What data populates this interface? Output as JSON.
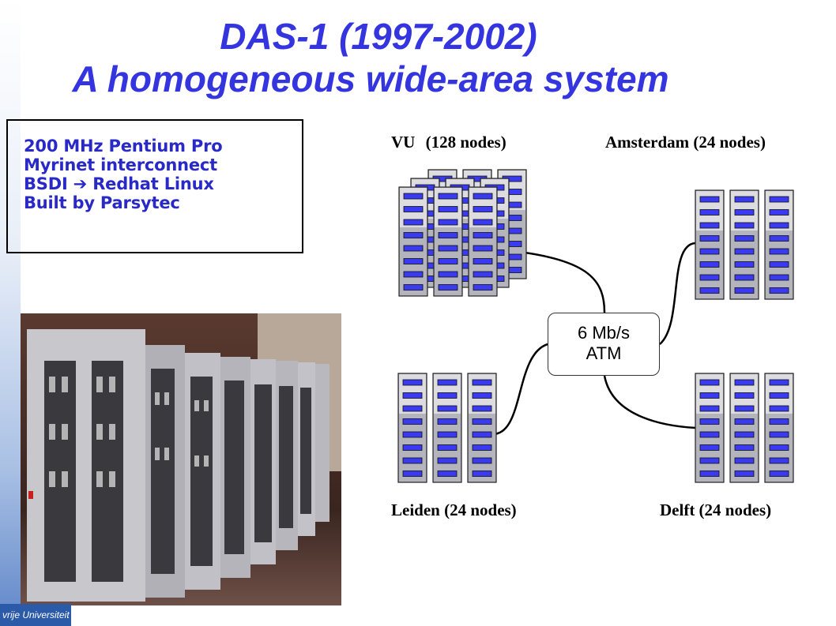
{
  "title": {
    "line1": "DAS-1 (1997-2002)",
    "line2": "A homogeneous  wide-area system"
  },
  "specs": [
    "200 MHz Pentium Pro",
    "Myrinet interconnect",
    "BSDI ➔ Redhat Linux",
    "Built by Parsytec"
  ],
  "sites": {
    "vu": {
      "name": "VU",
      "nodes": "(128 nodes)"
    },
    "amsterdam": "Amsterdam (24 nodes)",
    "leiden": "Leiden (24 nodes)",
    "delft": "Delft (24 nodes)"
  },
  "atm": {
    "speed": "6 Mb/s",
    "type": "ATM"
  },
  "logo": "vrije Universiteit",
  "colors": {
    "title": "#3535e0",
    "spec_text": "#2929c8",
    "rack_slot": "#3a3af0"
  }
}
